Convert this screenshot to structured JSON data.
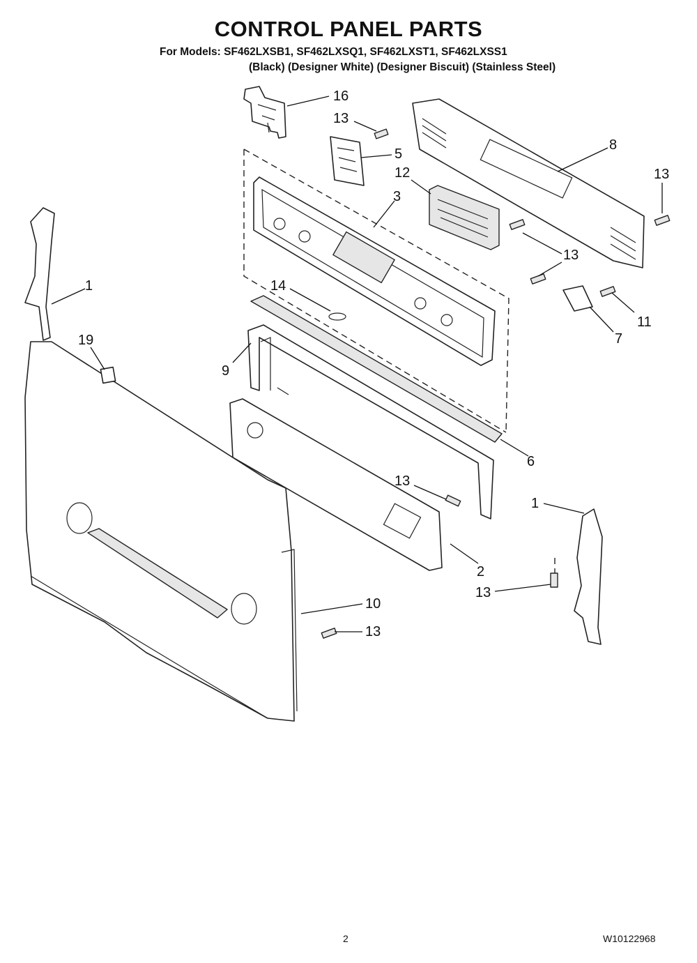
{
  "header": {
    "title": "CONTROL PANEL PARTS",
    "models_line": "For Models: SF462LXSB1, SF462LXSQ1, SF462LXST1, SF462LXSS1",
    "variants_line": "(Black)   (Designer White) (Designer Biscuit) (Stainless Steel)"
  },
  "footer": {
    "page_number": "2",
    "document_number": "W10122968"
  },
  "callouts": {
    "c16": "16",
    "c13a": "13",
    "c5": "5",
    "c12": "12",
    "c3": "3",
    "c8": "8",
    "c13b": "13",
    "c13c": "13",
    "c1a": "1",
    "c14": "14",
    "c11": "11",
    "c7": "7",
    "c19": "19",
    "c9": "9",
    "c6": "6",
    "c13d": "13",
    "c1b": "1",
    "c2": "2",
    "c13e": "13",
    "c10": "10",
    "c13f": "13"
  }
}
